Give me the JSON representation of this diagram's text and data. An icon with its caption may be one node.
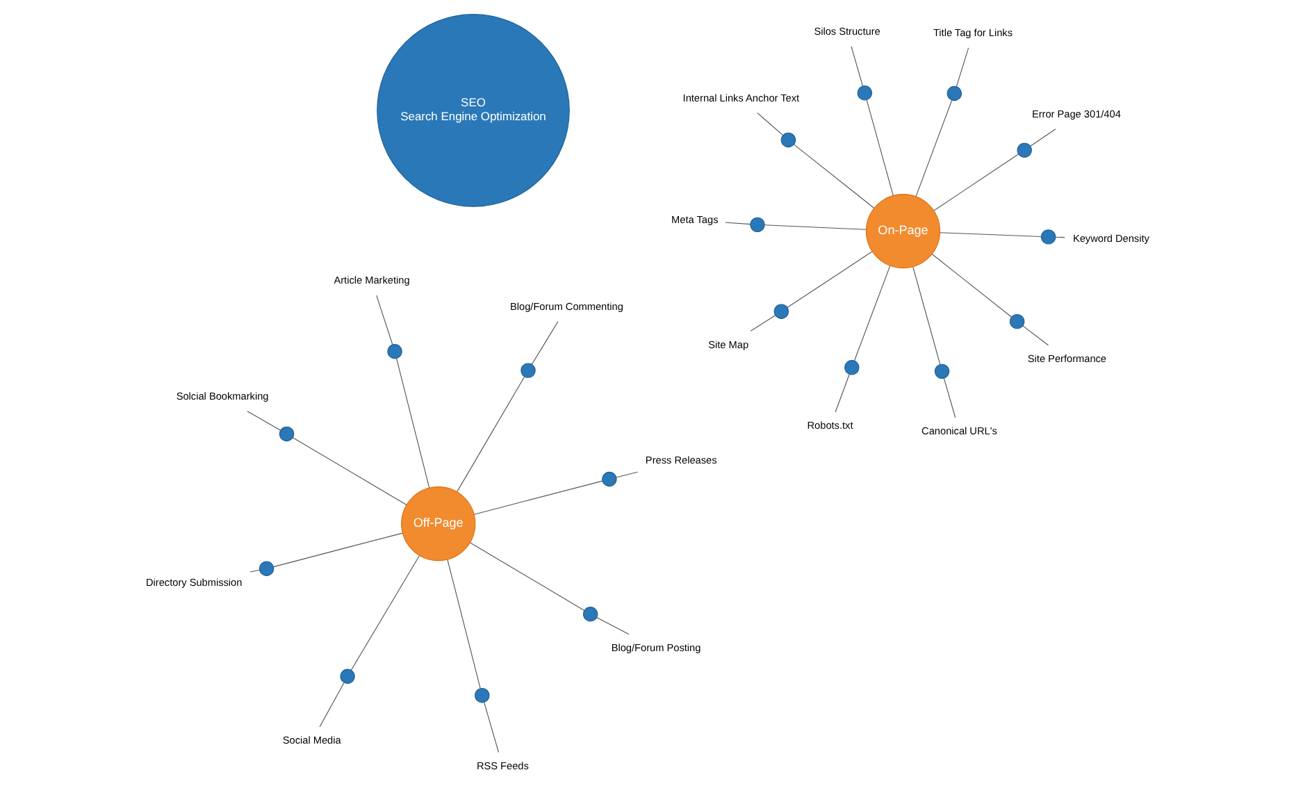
{
  "diagram": {
    "nodes": [
      {
        "text": [
          "SEO",
          "Search Engine Optimization"
        ]
      },
      {
        "text": [
          "On-Page"
        ]
      },
      {
        "text": [
          "Off-Page"
        ]
      },
      {
        "text": [
          "Canonical URL's"
        ]
      },
      {
        "text": [],
        "shape": "circle"
      },
      {
        "text": [
          "Title Tag for Links"
        ]
      },
      {
        "text": [],
        "shape": "circle"
      },
      {
        "text": [
          "Site Map"
        ]
      },
      {
        "text": [],
        "shape": "circle"
      },
      {
        "text": [
          "Keyword Density"
        ]
      },
      {
        "text": [],
        "shape": "circle"
      },
      {
        "text": [
          "Robots.txt"
        ]
      },
      {
        "text": [],
        "shape": "circle"
      },
      {
        "text": [
          "Silos Structure"
        ]
      },
      {
        "text": [],
        "shape": "circle"
      },
      {
        "text": [
          "Error Page 301/404"
        ]
      },
      {
        "text": [],
        "shape": "circle"
      },
      {
        "text": [
          "Site Performance"
        ]
      },
      {
        "text": [],
        "shape": "circle"
      },
      {
        "text": [
          "Meta Tags"
        ]
      },
      {
        "text": [],
        "shape": "circle"
      },
      {
        "text": [
          "Internal Links Anchor Text"
        ]
      },
      {
        "text": [],
        "shape": "circle"
      },
      {
        "text": [
          "RSS Feeds"
        ]
      },
      {
        "text": [],
        "shape": "circle"
      },
      {
        "text": [
          "Article Marketing"
        ]
      },
      {
        "text": [],
        "shape": "circle"
      },
      {
        "text": [
          "Directory Submission"
        ]
      },
      {
        "text": [],
        "shape": "circle"
      },
      {
        "text": [
          "Press Releases"
        ]
      },
      {
        "text": [],
        "shape": "circle"
      },
      {
        "text": [
          "Social Media"
        ]
      },
      {
        "text": [],
        "shape": "circle"
      },
      {
        "text": [
          "Solcial Bookmarking"
        ]
      },
      {
        "text": [],
        "shape": "circle"
      },
      {
        "text": [
          "Blog/Forum Commenting"
        ]
      },
      {
        "text": [],
        "shape": "circle"
      },
      {
        "text": [
          "Blog/Forum Posting"
        ]
      },
      {
        "text": [],
        "shape": "circle"
      }
    ],
    "edges": [
      {
        "from": 1,
        "to": 4,
        "arrow": "none"
      },
      {
        "from": 4,
        "to": 3,
        "arrow": "none"
      },
      {
        "from": 1,
        "to": 6,
        "arrow": "none"
      },
      {
        "from": 6,
        "to": 5,
        "arrow": "none"
      },
      {
        "from": 1,
        "to": 8,
        "arrow": "none"
      },
      {
        "from": 8,
        "to": 7,
        "arrow": "none"
      },
      {
        "from": 1,
        "to": 10,
        "arrow": "none"
      },
      {
        "from": 10,
        "to": 9,
        "arrow": "none"
      },
      {
        "from": 1,
        "to": 12,
        "arrow": "none"
      },
      {
        "from": 12,
        "to": 11,
        "arrow": "none"
      },
      {
        "from": 1,
        "to": 14,
        "arrow": "none"
      },
      {
        "from": 14,
        "to": 13,
        "arrow": "none"
      },
      {
        "from": 1,
        "to": 16,
        "arrow": "none"
      },
      {
        "from": 16,
        "to": 15,
        "arrow": "none"
      },
      {
        "from": 1,
        "to": 18,
        "arrow": "none"
      },
      {
        "from": 18,
        "to": 17,
        "arrow": "none"
      },
      {
        "from": 1,
        "to": 20,
        "arrow": "none"
      },
      {
        "from": 20,
        "to": 19,
        "arrow": "none"
      },
      {
        "from": 1,
        "to": 22,
        "arrow": "none"
      },
      {
        "from": 22,
        "to": 21,
        "arrow": "none"
      },
      {
        "from": 2,
        "to": 24,
        "arrow": "none"
      },
      {
        "from": 24,
        "to": 23,
        "arrow": "none"
      },
      {
        "from": 2,
        "to": 26,
        "arrow": "none"
      },
      {
        "from": 26,
        "to": 25,
        "arrow": "none"
      },
      {
        "from": 2,
        "to": 28,
        "arrow": "none"
      },
      {
        "from": 28,
        "to": 27,
        "arrow": "none"
      },
      {
        "from": 2,
        "to": 30,
        "arrow": "none"
      },
      {
        "from": 30,
        "to": 29,
        "arrow": "none"
      },
      {
        "from": 2,
        "to": 32,
        "arrow": "none"
      },
      {
        "from": 32,
        "to": 31,
        "arrow": "none"
      },
      {
        "from": 2,
        "to": 34,
        "arrow": "none"
      },
      {
        "from": 34,
        "to": 33,
        "arrow": "none"
      },
      {
        "from": 2,
        "to": 36,
        "arrow": "none"
      },
      {
        "from": 36,
        "to": 35,
        "arrow": "none"
      },
      {
        "from": 2,
        "to": 38,
        "arrow": "none"
      },
      {
        "from": 38,
        "to": 37,
        "arrow": "none"
      }
    ]
  }
}
